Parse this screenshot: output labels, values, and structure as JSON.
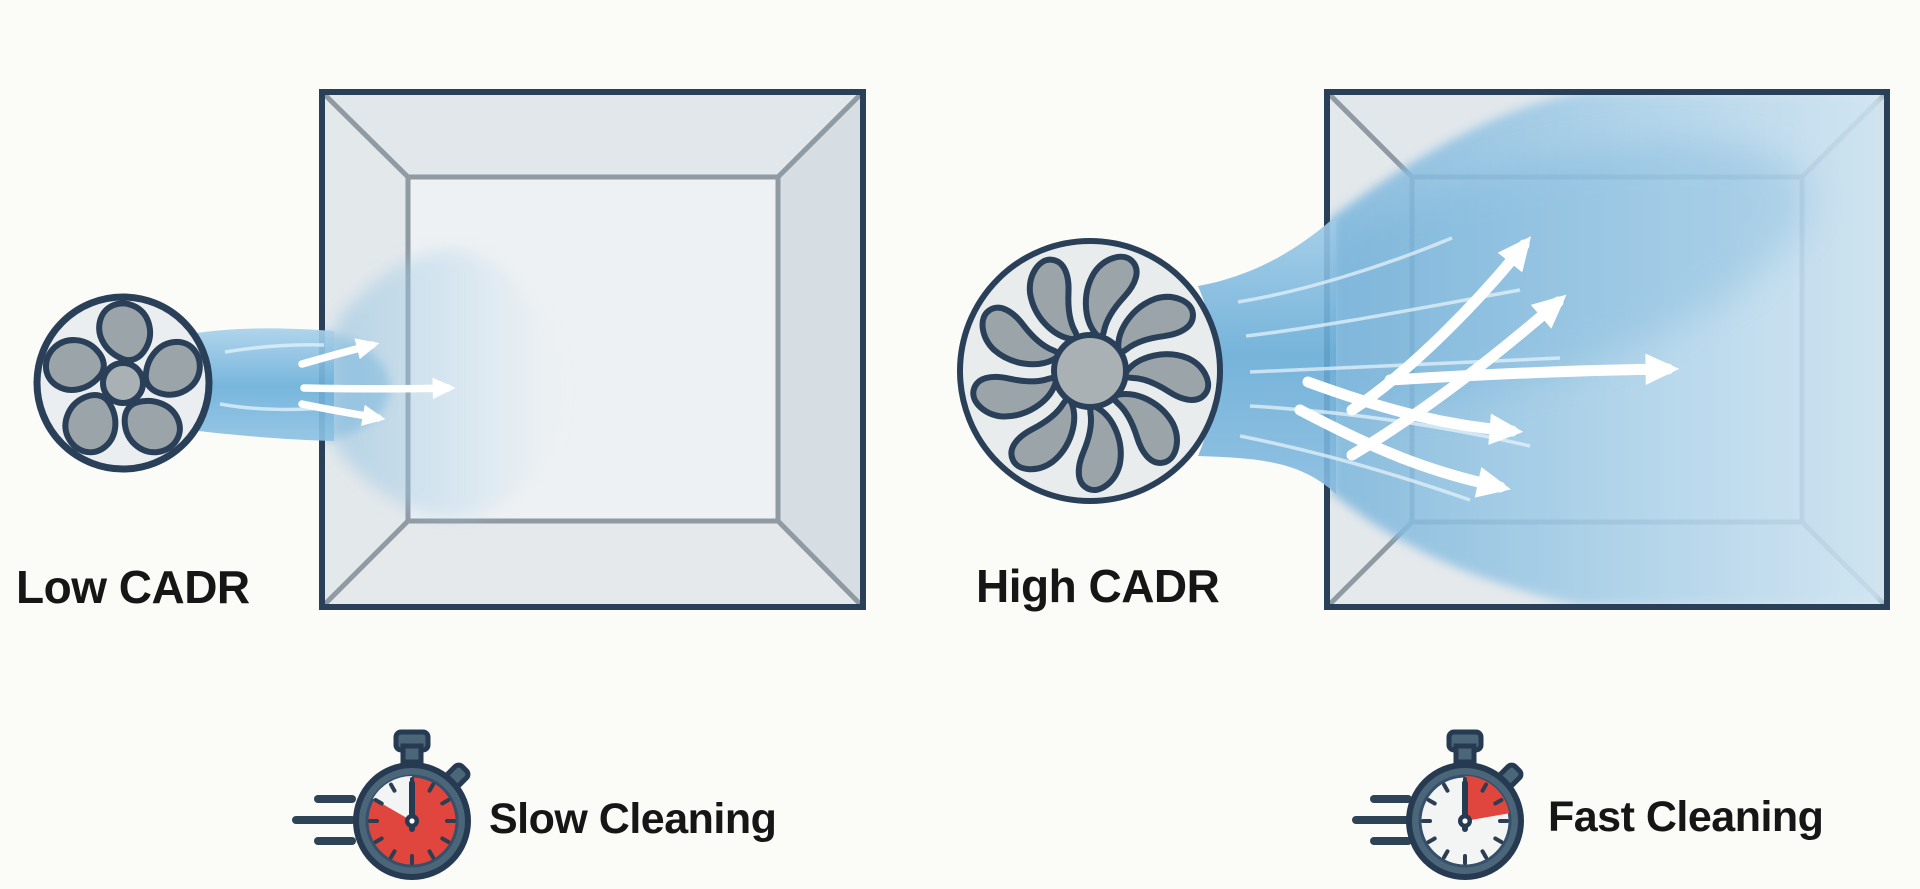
{
  "left_panel": {
    "label": "Low CADR",
    "timer_caption": "Slow Cleaning"
  },
  "right_panel": {
    "label": "High CADR",
    "timer_caption": "Fast Cleaning"
  },
  "colors": {
    "background": "#fbfbf8",
    "outline_navy": "#2a3f58",
    "fan_blade_gray": "#9ba4a8",
    "fan_rim_light": "#eaeef1",
    "airflow_blue": "#6cb0da",
    "airflow_blue_light": "#b9d9ee",
    "room_wall_gray": "#e1e7eb",
    "room_back_wall": "#eef1f3",
    "bevel_line_gray": "#8f9aa3",
    "stopwatch_body_slate": "#4b6579",
    "stopwatch_red": "#e1463e",
    "stopwatch_face_white": "#f3f4f4",
    "arrow_white": "#ffffff",
    "label_text": "#161616"
  }
}
